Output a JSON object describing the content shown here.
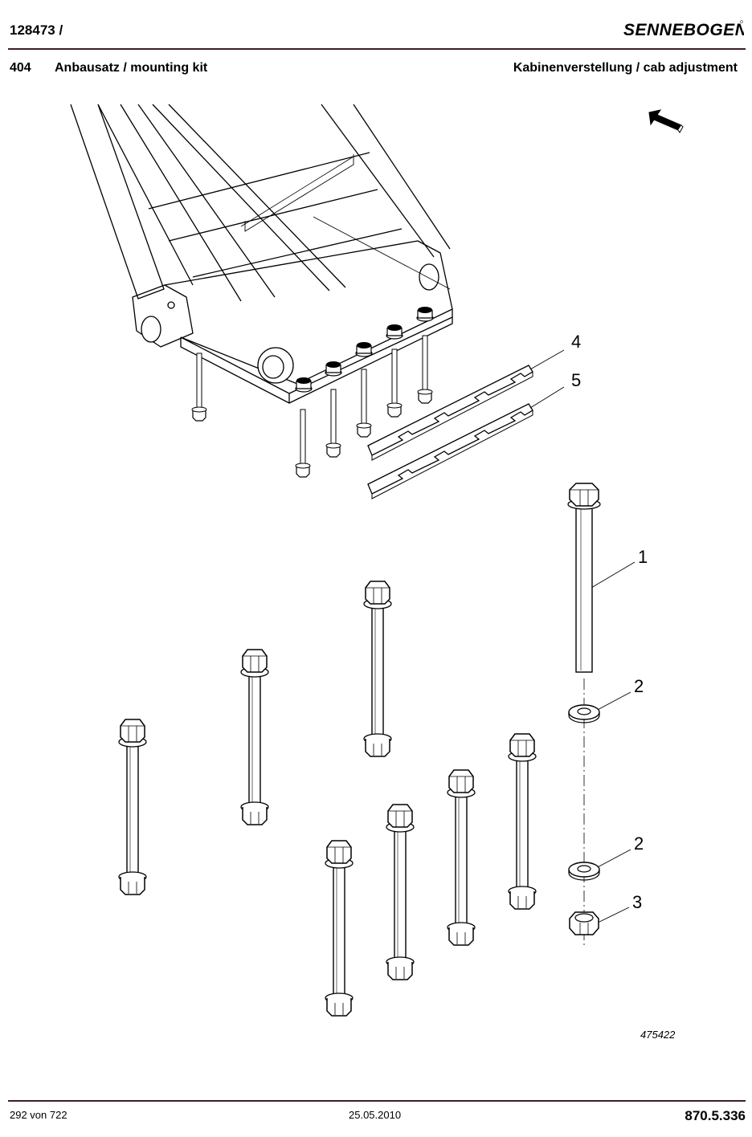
{
  "header": {
    "doc_id": "128473 /",
    "logo_text": "SENNEBOGEN",
    "section_number": "404",
    "section_title": "Anbausatz / mounting kit",
    "section_right": "Kabinenverstellung / cab adjustment"
  },
  "drawing": {
    "callouts": [
      "4",
      "5",
      "1",
      "2",
      "2",
      "3"
    ],
    "drawing_number": "475422",
    "direction_icon": "arrow-icon"
  },
  "footer": {
    "page": "292 von 722",
    "date": "25.05.2010",
    "doc_number": "870.5.336"
  },
  "colors": {
    "rule": "#3b1f2b",
    "ink": "#000000"
  }
}
